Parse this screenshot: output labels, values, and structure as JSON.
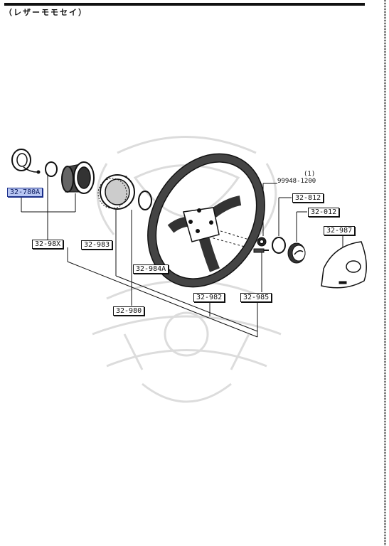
{
  "header": {
    "title": "（レザーモモセイ）"
  },
  "colors": {
    "ink": "#111111",
    "highlight": "#b8c6f2",
    "highlight_border": "#1b2f8a",
    "watermark": "#cfcfcf"
  },
  "parts": {
    "p780a": "32-780A",
    "p98x": "32-98X",
    "p983": "32-983",
    "p984a": "32-984A",
    "p980": "32-980",
    "p982": "32-982",
    "p985": "32-985",
    "p812": "32-812",
    "p012": "32-012",
    "p987": "32-987",
    "nut_part": "99948-1200",
    "nut_qty": "(1)"
  }
}
